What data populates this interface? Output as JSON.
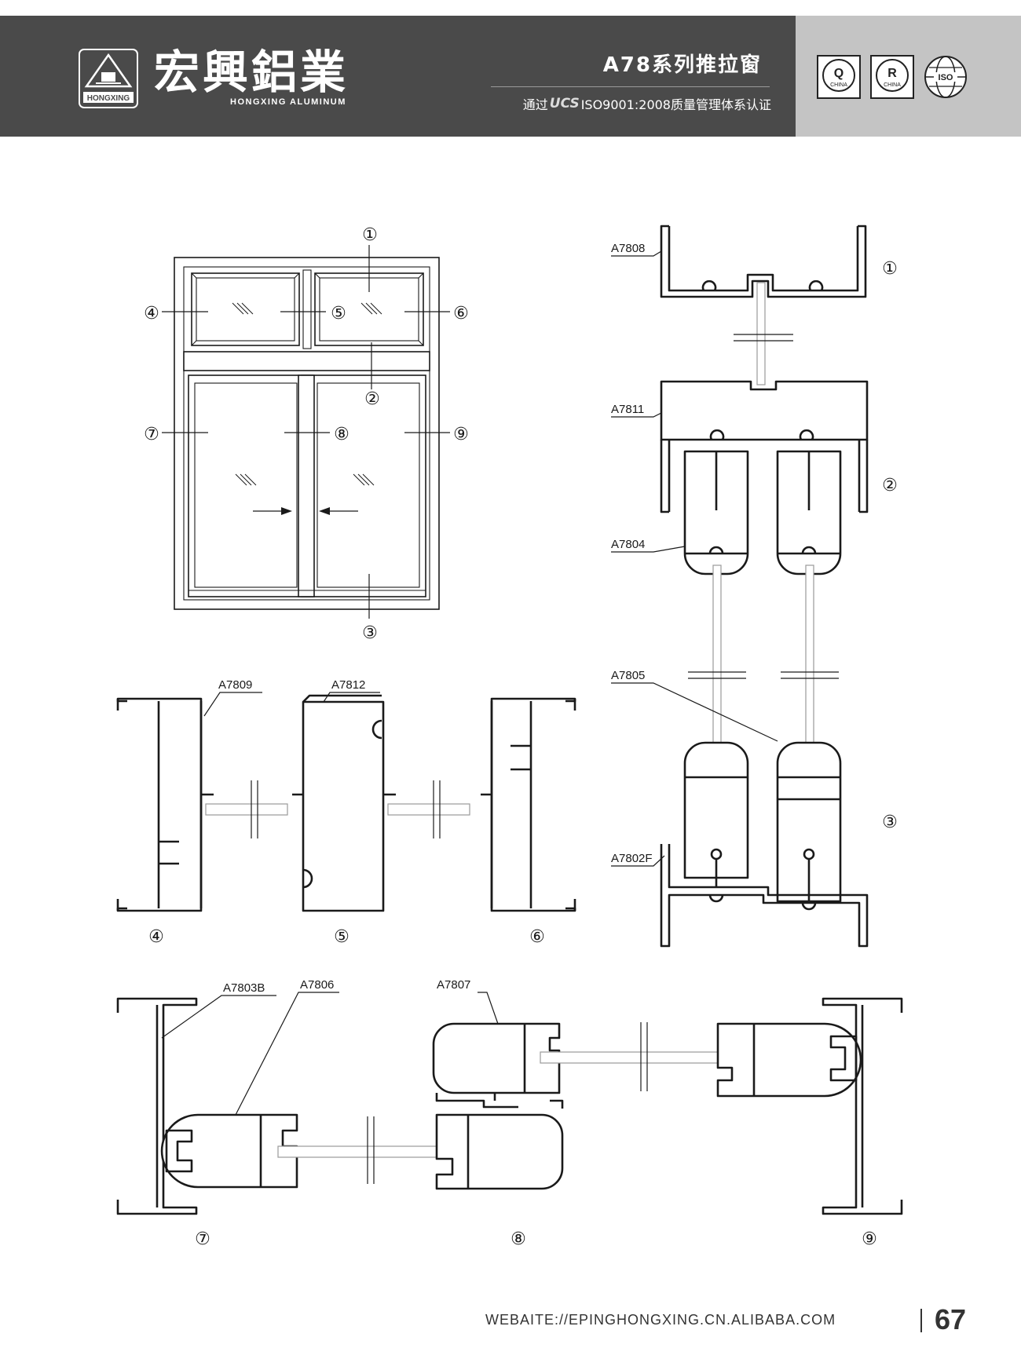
{
  "header": {
    "brand_cn": "宏興鋁業",
    "brand_en": "HONGXING ALUMINUM",
    "logo_text": "HONGXING",
    "series_title": "A78系列推拉窗",
    "cert_prefix": "通过",
    "cert_mark": "UCS",
    "cert_suffix": "ISO9001:2008质量管理体系认证",
    "badges": [
      {
        "letter": "Q",
        "caption": "CHINA",
        "icon": "q-china-badge-icon"
      },
      {
        "letter": "R",
        "caption": "CHINA",
        "icon": "r-china-badge-icon"
      },
      {
        "letter": "ISO",
        "caption": "",
        "icon": "iso-globe-badge-icon"
      }
    ],
    "colors": {
      "band": "#4a4a4a",
      "band_right": "#c4c4c4",
      "text": "#ffffff"
    }
  },
  "callouts": [
    "①",
    "②",
    "③",
    "④",
    "⑤",
    "⑥",
    "⑦",
    "⑧",
    "⑨"
  ],
  "profiles": {
    "a7808": "A7808",
    "a7811": "A7811",
    "a7804": "A7804",
    "a7805": "A7805",
    "a7802f": "A7802F",
    "a7809": "A7809",
    "a7812": "A7812",
    "a7803b": "A7803B",
    "a7806": "A7806",
    "a7807": "A7807"
  },
  "footer": {
    "url": "WEBAITE://EPINGHONGXING.CN.ALIBABA.COM",
    "page_number": "67"
  }
}
